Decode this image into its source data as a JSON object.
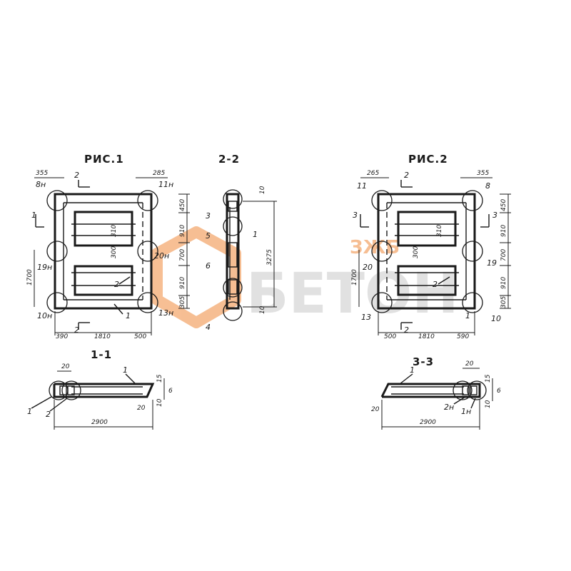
{
  "titles": {
    "fig1": "РИС.1",
    "fig2": "РИС.2",
    "sec22": "2-2",
    "sec11": "1-1",
    "sec33": "3-3"
  },
  "fig1": {
    "top_left": "355",
    "top_right": "285",
    "bottom": [
      "390",
      "1810",
      "500"
    ],
    "left_height": "1700",
    "right_dims": [
      "450",
      "910",
      "700",
      "910",
      "305"
    ],
    "inner_h1": "310",
    "inner_h2": "300",
    "marks": {
      "m8n": "8н",
      "m11n": "11н",
      "m19n": "19н",
      "m20n": "20н",
      "m10n": "10н",
      "m13n": "13н",
      "m1": "1",
      "m2": "2",
      "cut1": "1",
      "cut2": "2",
      "cut2b": "2"
    }
  },
  "sec22": {
    "total": "3275",
    "top": "10",
    "bottom": "10",
    "marks": [
      "3",
      "5",
      "1",
      "6",
      "4"
    ]
  },
  "fig2": {
    "top_left": "265",
    "top_right": "355",
    "bottom": [
      "500",
      "1810",
      "590"
    ],
    "left_height": "1700",
    "right_dims": [
      "450",
      "910",
      "700",
      "910",
      "305"
    ],
    "inner_h1": "310",
    "inner_h2": "300",
    "marks": {
      "m11": "11",
      "m8": "8",
      "m20": "20",
      "m19": "19",
      "m13": "13",
      "m10": "10",
      "m1": "1",
      "m2": "2",
      "cut3": "3",
      "cut3b": "3",
      "cut2": "2",
      "cut2b": "2"
    }
  },
  "sec11": {
    "length": "2900",
    "d20a": "20",
    "d20b": "20",
    "d15": "15",
    "d6": "6",
    "d10": "10",
    "marks": [
      "1",
      "1",
      "2"
    ]
  },
  "sec33": {
    "length": "2900",
    "d20a": "20",
    "d20b": "20",
    "d15": "15",
    "d6": "6",
    "d10": "10",
    "marks": [
      "1",
      "2н",
      "1н"
    ]
  },
  "watermark": {
    "text": "БЕТОН",
    "small": "ЗЖБ",
    "color": "#f08a3c"
  }
}
